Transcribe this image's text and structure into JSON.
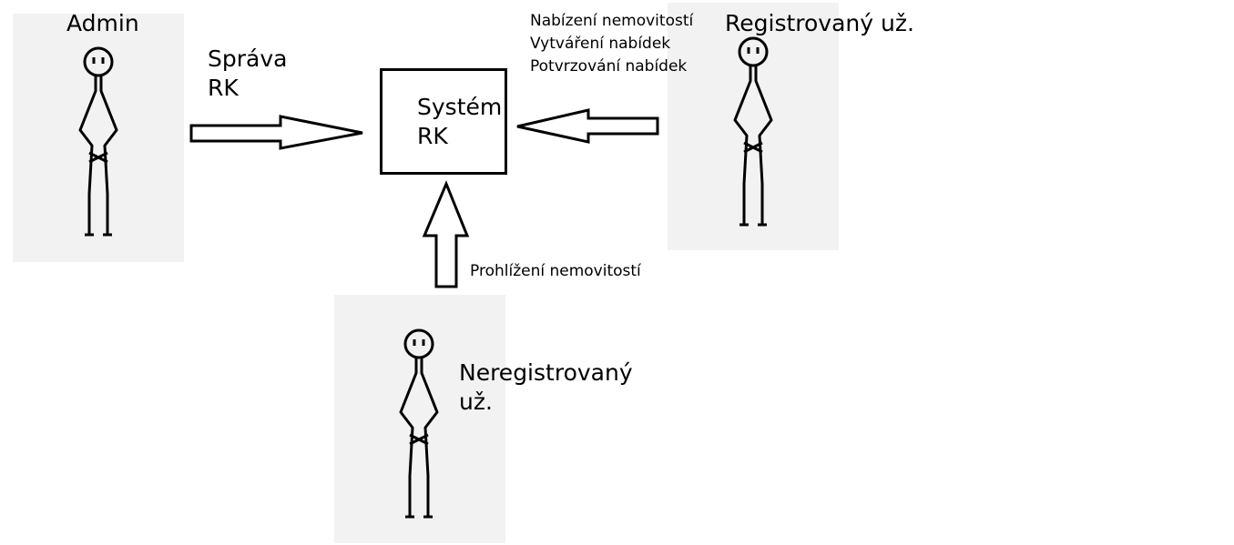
{
  "actors": {
    "admin": {
      "name": "Admin"
    },
    "registered": {
      "name": "Registrovaný už."
    },
    "unregistered": {
      "name_line1": "Neregistrovaný",
      "name_line2": "už."
    }
  },
  "system": {
    "line1": "Systém",
    "line2": "RK"
  },
  "flows": {
    "admin_to_system": {
      "line1": "Správa",
      "line2": "RK"
    },
    "registered_to_system": {
      "lines": [
        "Nabízení nemovitostí",
        "Vytváření nabídek",
        "Potvrzování nabídek"
      ]
    },
    "unregistered_to_system": {
      "label": "Prohlížení nemovitostí"
    }
  },
  "colors": {
    "panel": "#f2f2f2",
    "ink": "#000000",
    "background": "#ffffff"
  }
}
